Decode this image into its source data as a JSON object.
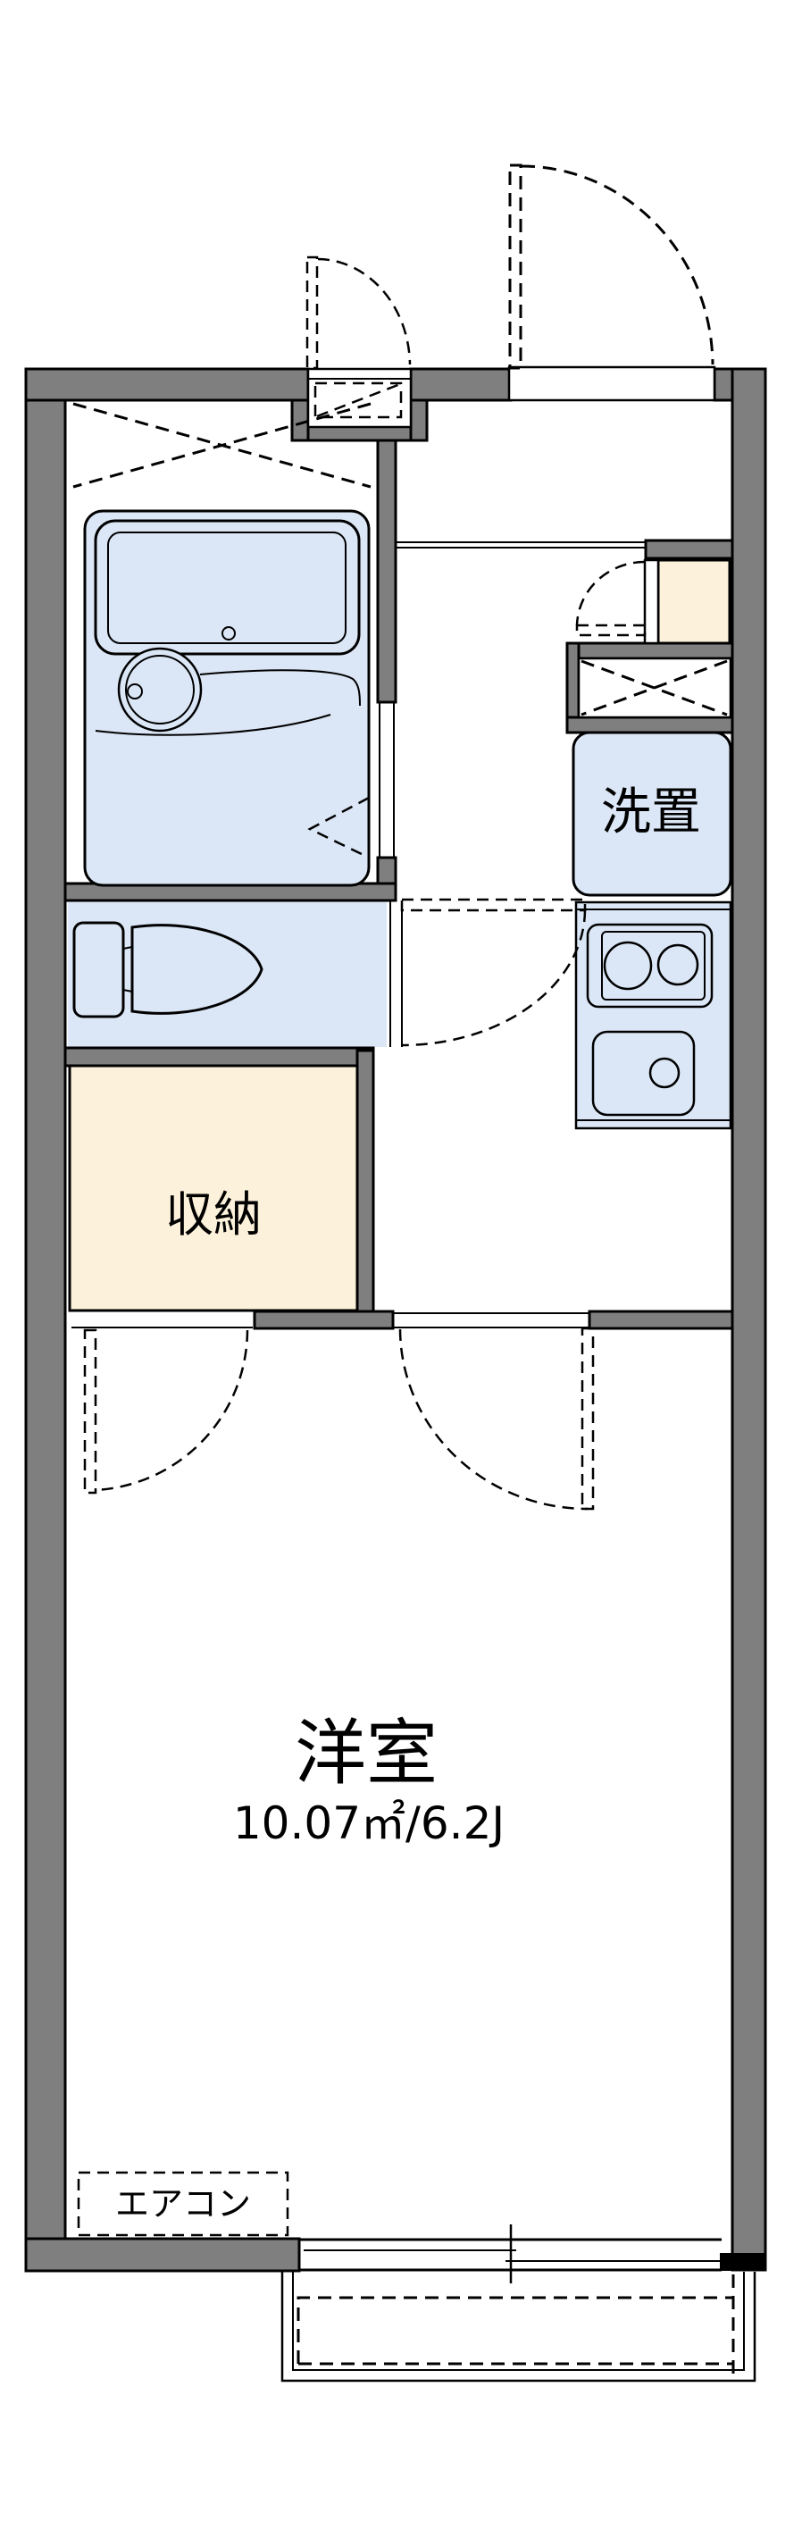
{
  "floorplan": {
    "labels": {
      "room_name": "洋室",
      "room_area": "10.07㎡/6.2J",
      "laundry_space": "洗置",
      "storage": "収納",
      "aircon": "エアコン"
    },
    "colors": {
      "wall": "#7f7f7f",
      "line": "#000000",
      "fixture": "#dbe7f6",
      "storage_fill": "#fcf1da",
      "background": "#ffffff"
    }
  }
}
